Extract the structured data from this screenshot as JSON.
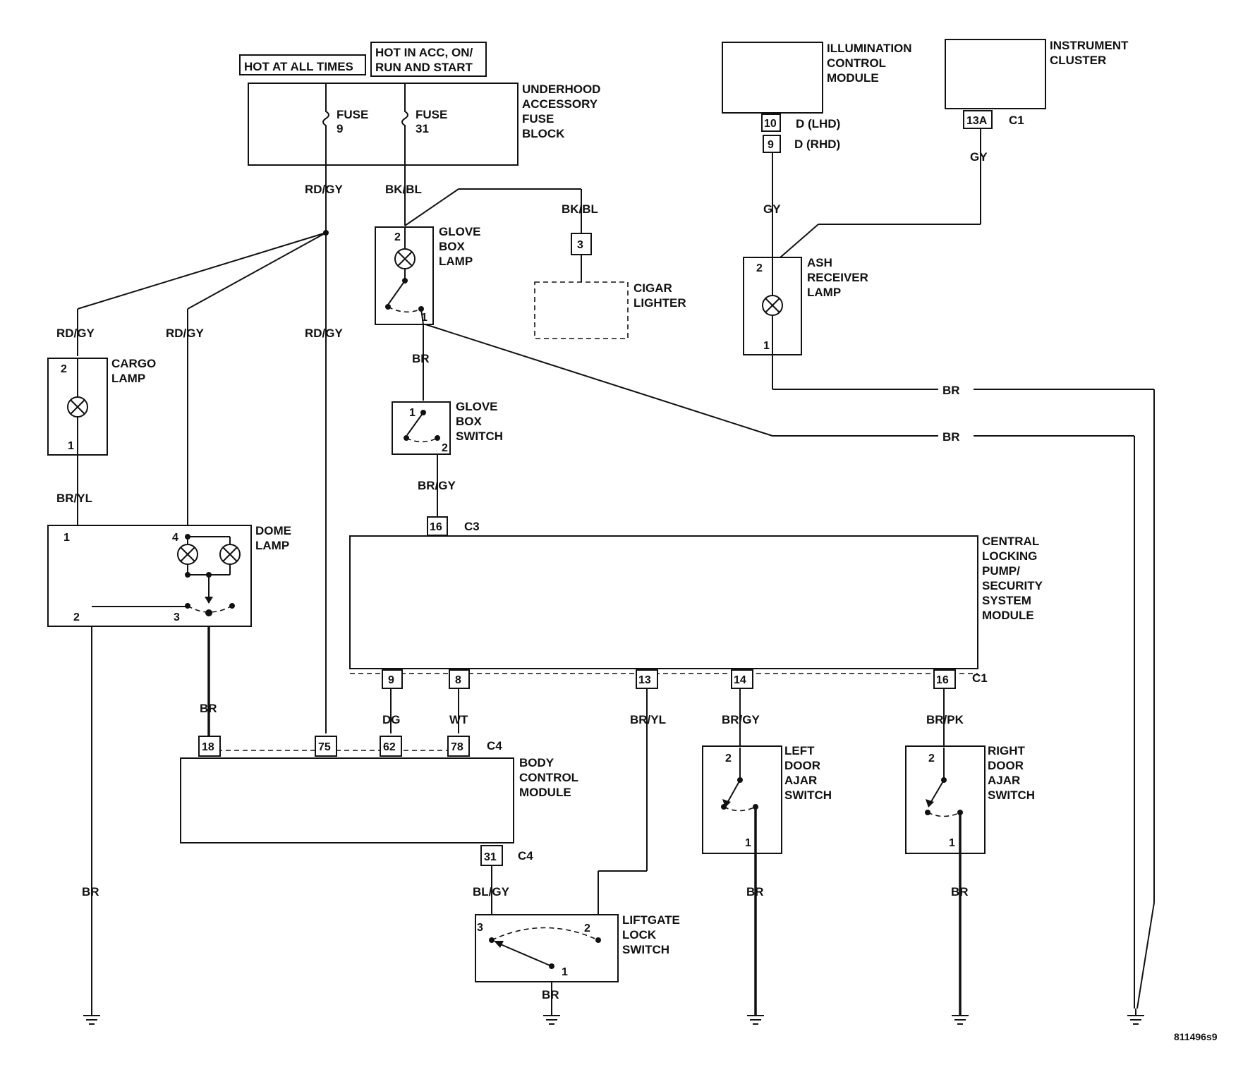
{
  "labels": {
    "hot_all_times": "HOT AT ALL TIMES",
    "hot_acc_1": "HOT IN ACC, ON/",
    "hot_acc_2": "RUN AND START",
    "fuse_block": [
      "UNDERHOOD",
      "ACCESSORY",
      "FUSE",
      "BLOCK"
    ],
    "fuse_9": [
      "FUSE",
      "9"
    ],
    "fuse_31": [
      "FUSE",
      "31"
    ],
    "illum_module": [
      "ILLUMINATION",
      "CONTROL",
      "MODULE"
    ],
    "instrument_cluster": [
      "INSTRUMENT",
      "CLUSTER"
    ],
    "glove_box_lamp": [
      "GLOVE",
      "BOX",
      "LAMP"
    ],
    "cigar_lighter": [
      "CIGAR",
      "LIGHTER"
    ],
    "ash_receiver": [
      "ASH",
      "RECEIVER",
      "LAMP"
    ],
    "cargo_lamp": [
      "CARGO",
      "LAMP"
    ],
    "glove_box_switch": [
      "GLOVE",
      "BOX",
      "SWITCH"
    ],
    "dome_lamp": [
      "DOME",
      "LAMP"
    ],
    "central_locking": [
      "CENTRAL",
      "LOCKING",
      "PUMP/",
      "SECURITY",
      "SYSTEM",
      "MODULE"
    ],
    "body_control": [
      "BODY",
      "CONTROL",
      "MODULE"
    ],
    "left_door": [
      "LEFT",
      "DOOR",
      "AJAR",
      "SWITCH"
    ],
    "right_door": [
      "RIGHT",
      "DOOR",
      "AJAR",
      "SWITCH"
    ],
    "liftgate": [
      "LIFTGATE",
      "LOCK",
      "SWITCH"
    ],
    "figure_id": "811496s9"
  },
  "wires": {
    "rd_gy": "RD/GY",
    "bk_bl": "BK/BL",
    "gy": "GY",
    "br": "BR",
    "br_yl": "BR/YL",
    "br_gy": "BR/GY",
    "dg": "DG",
    "wt": "WT",
    "bl_gy": "BL/GY",
    "br_pk": "BR/PK"
  },
  "connectors": {
    "c1": "C1",
    "c3": "C3",
    "c4": "C4",
    "d_lhd": "D (LHD)",
    "d_rhd": "D (RHD)"
  },
  "pins": {
    "p10": "10",
    "p9": "9",
    "p13a": "13A",
    "p3": "3",
    "p16": "16",
    "p8": "8",
    "p13": "13",
    "p14": "14",
    "p18": "18",
    "p75": "75",
    "p62": "62",
    "p78": "78",
    "p31": "31",
    "p1": "1",
    "p2": "2",
    "p4": "4"
  }
}
